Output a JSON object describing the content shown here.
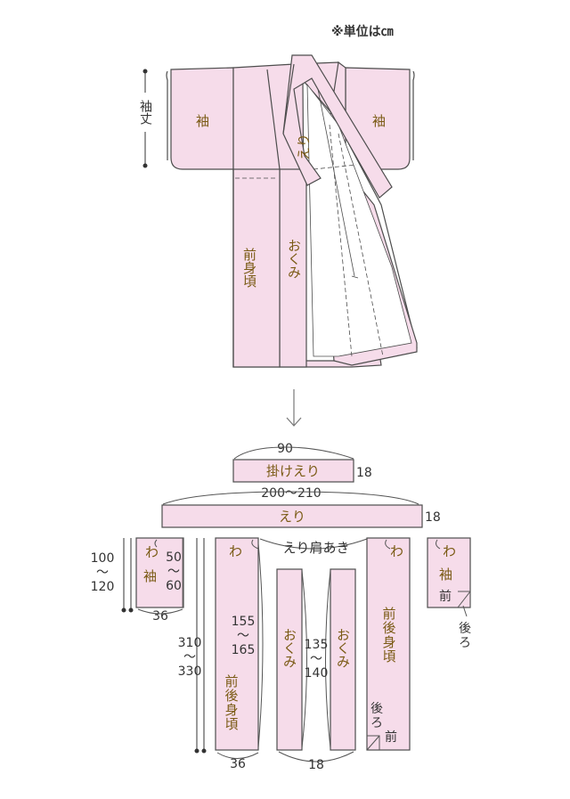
{
  "note": "※単位は㎝",
  "colors": {
    "fabric": "#f6dcea",
    "outline": "#4d4d4d",
    "label": "#7a5a14",
    "text": "#333333"
  },
  "kimono": {
    "sode_left": "袖",
    "sode_right": "袖",
    "eri": "えり",
    "maemigoro": "前身頃",
    "okumi": "おくみ",
    "sodetake": "袖丈"
  },
  "parts": {
    "kakeeri": {
      "label": "掛けえり",
      "width": "90",
      "height": "18"
    },
    "eri": {
      "label": "えり",
      "width": "200〜210",
      "height": "18"
    },
    "sode_left": {
      "label": "袖",
      "wa": "わ",
      "length": "50\n〜\n60",
      "total": "100\n〜\n120",
      "width": "36"
    },
    "migoro_left": {
      "label": "前\n後\n身\n頃",
      "wa": "わ",
      "length": "155\n〜\n165",
      "total": "310\n〜\n330",
      "width": "36"
    },
    "eri_katakaki": "えり肩あき",
    "okumi": {
      "label_left": "おくみ",
      "label_right": "おくみ",
      "length": "135\n〜\n140",
      "width": "18"
    },
    "migoro_right": {
      "label": "前\n後\n身\n頃",
      "wa": "わ",
      "back": "後\nろ",
      "front": "前"
    },
    "sode_right": {
      "label": "袖",
      "wa": "わ",
      "front": "前",
      "back": "後\nろ"
    }
  }
}
